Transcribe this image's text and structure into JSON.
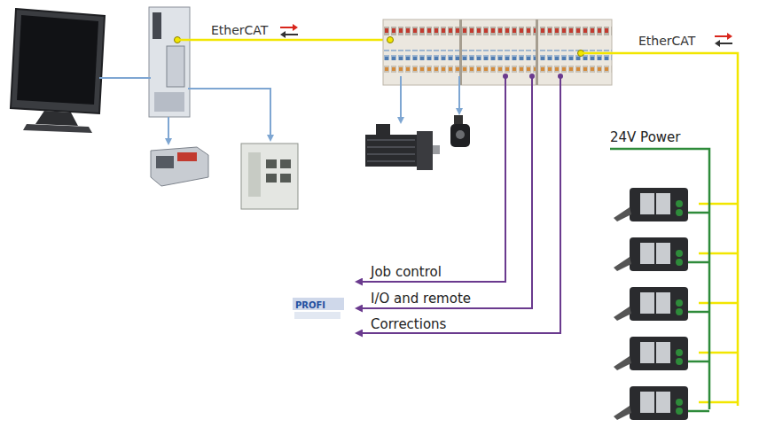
{
  "diagram": {
    "labels": [
      "EtherCAT",
      "EtherCAT",
      "24V Power",
      "Job control",
      "I/O and remote",
      "Corrections",
      "PROFI"
    ]
  }
}
